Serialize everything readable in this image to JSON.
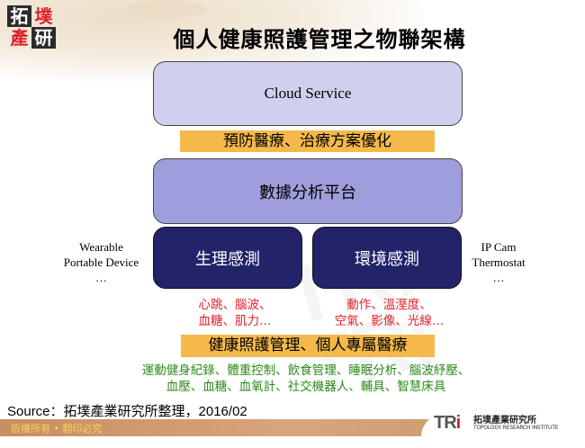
{
  "header": {
    "logo_chars": [
      "拓",
      "墣",
      "產",
      "研"
    ],
    "title": "個人健康照護管理之物聯架構"
  },
  "diagram": {
    "cloud_service": "Cloud Service",
    "band_top": "預防醫療、治療方案優化",
    "platform": "數據分析平台",
    "sensing_left": "生理感測",
    "sensing_right": "環境感測",
    "left_devices": [
      "Wearable",
      "Portable Device",
      "…"
    ],
    "right_devices": [
      "IP Cam",
      "Thermostat",
      "…"
    ],
    "left_signals": [
      "心跳、腦波、",
      "血糖、肌力…"
    ],
    "right_signals": [
      "動作、溫溼度、",
      "空氣、影像、光線…"
    ],
    "band_bottom": "健康照護管理、個人專屬醫療",
    "applications": [
      "運動健身紀錄、體重控制、飲食管理、睡眠分析、腦波紓壓、",
      "血壓、血糖、血氧計、社交機器人、輔具、智慧床具"
    ],
    "colors": {
      "cloud": "#d0d0ee",
      "platform": "#9e9edc",
      "sensing": "#23236a",
      "band": "#f4b94a",
      "signals": "#e0202a",
      "applications": "#2c8a1a"
    }
  },
  "footer": {
    "source": "Source：拓墣產業研究所整理，2016/02",
    "copyright": "版權所有 • 翻印必究",
    "brand_logo": "TRi",
    "brand_cn": "拓墣產業研究所",
    "brand_en": "TOPOLOGY RESEARCH INSTITUTE"
  }
}
